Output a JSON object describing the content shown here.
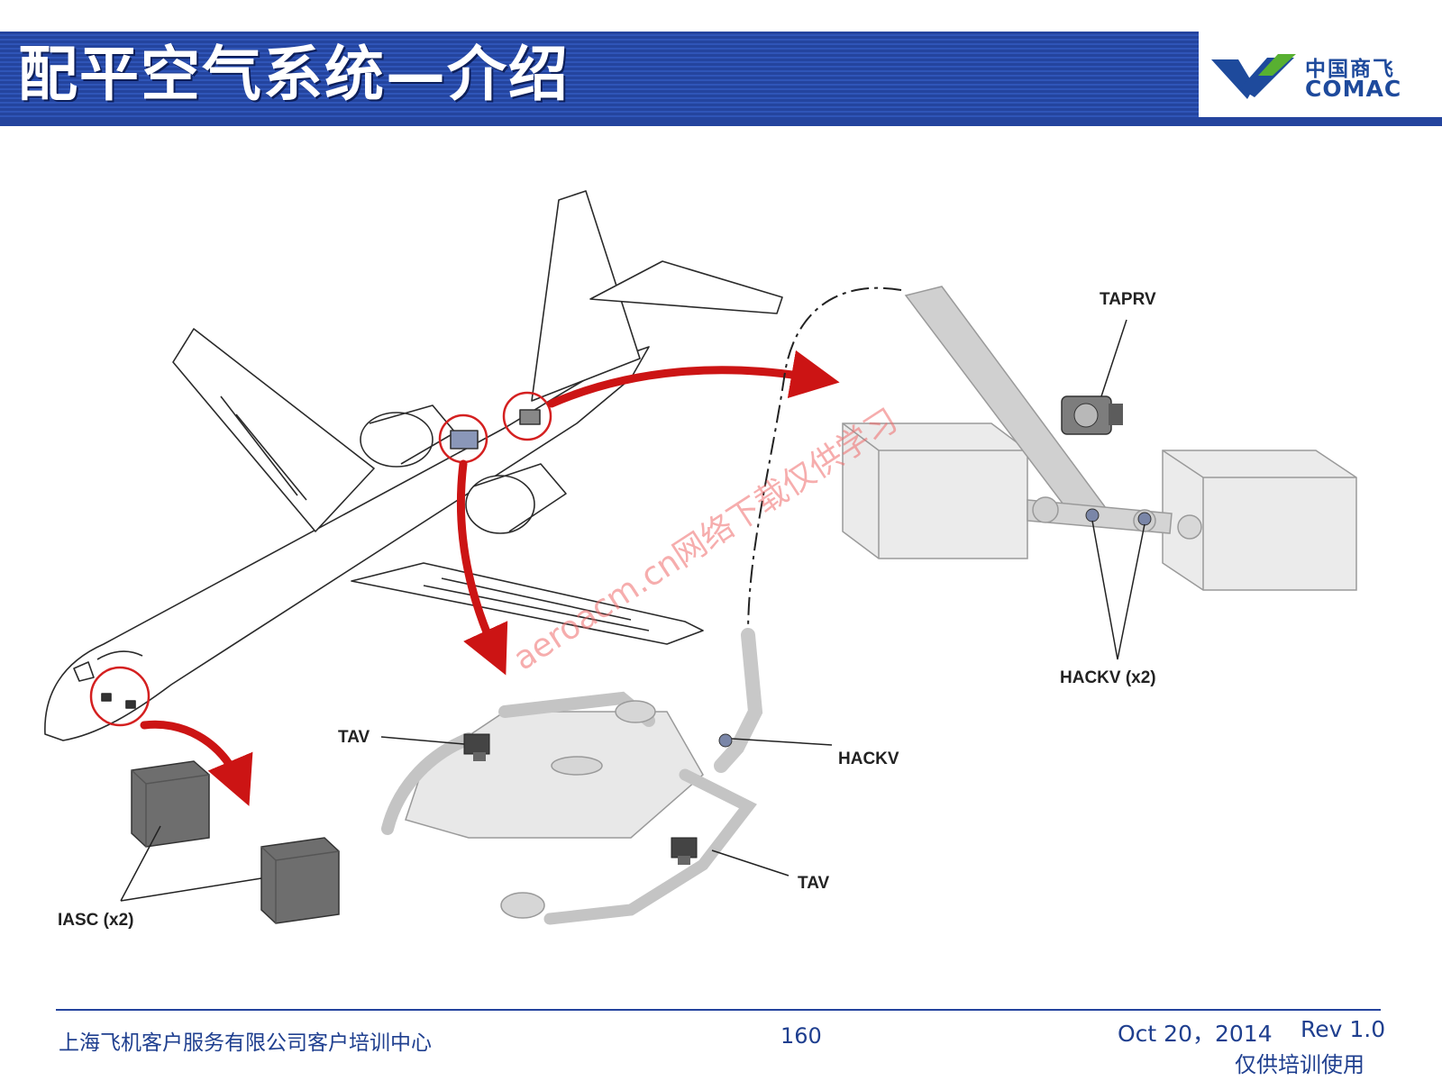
{
  "header": {
    "title": "配平空气系统—介绍",
    "logo_cn": "中国商飞",
    "logo_en": "COMAC",
    "brand_colors": {
      "blue": "#1e4a9c",
      "green": "#58b031"
    }
  },
  "diagram": {
    "labels": {
      "taprv": "TAPRV",
      "hackv_x2": "HACKV (x2)",
      "tav_upper": "TAV",
      "hackv": "HACKV",
      "tav_lower": "TAV",
      "iasc_x2": "IASC (x2)"
    },
    "watermark": "aeroacm.cn网络下载仅供学习",
    "highlight_color": "#d42020",
    "arrow_color": "#cc1414"
  },
  "footer": {
    "organization": "上海飞机客户服务有限公司客户培训中心",
    "page_number": "160",
    "date": "Oct 20，2014",
    "revision": "Rev 1.0",
    "usage_note": "仅供培训使用"
  }
}
